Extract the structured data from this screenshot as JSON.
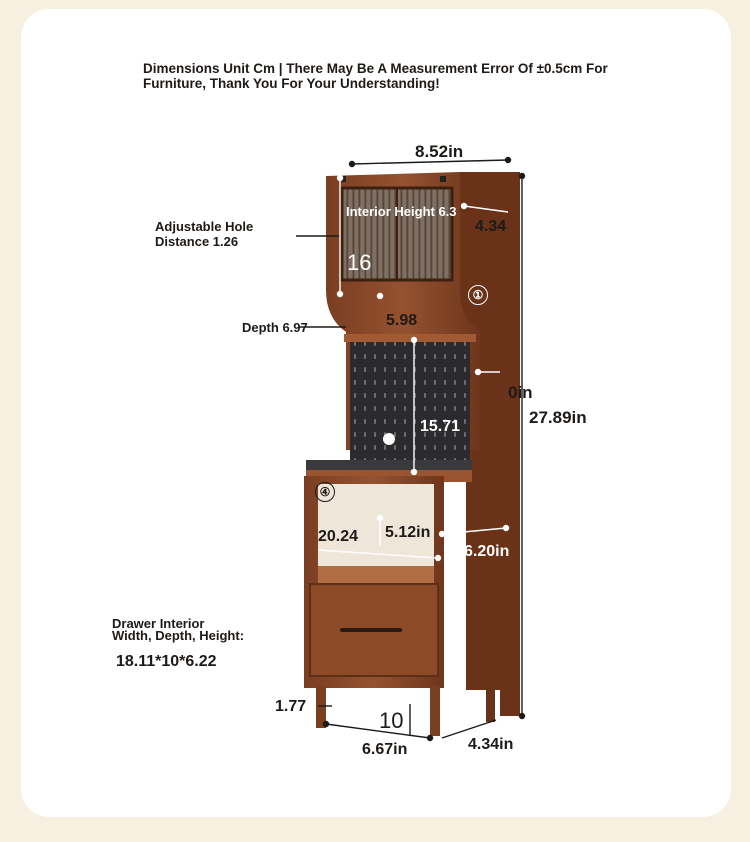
{
  "header_note": {
    "line1": "Dimensions Unit Cm | There May Be A Measurement Error Of ±0.5cm For",
    "line2": "Furniture, Thank You For Your Understanding!"
  },
  "labels": {
    "top_width": "8.52in",
    "cabinet_depth_top": "4.34",
    "interior_height": "Interior Height 6.3",
    "cabinet_16": "16",
    "adjustable_hole_1": "Adjustable Hole",
    "adjustable_hole_2": "Distance 1.26",
    "depth": "Depth 6.97",
    "shelf_598": "5.98",
    "partial_in": "0in",
    "total_height": "27.89in",
    "pegboard_height": "15.71",
    "open_height": "5.12in",
    "width_2024": "20.24",
    "side_depth": "6.20in",
    "drawer_title_1": "Drawer Interior",
    "drawer_title_2": "Width, Depth, Height:",
    "drawer_dims": "18.11*10*6.22",
    "leg_177": "1.77",
    "leg_10": "10",
    "bottom_width": "6.67in",
    "bottom_depth": "4.34in",
    "marker_1": "①",
    "marker_4": "④"
  },
  "colors": {
    "walnut": "#8a4a2a",
    "walnut_dark": "#5e2f18",
    "walnut_light": "#a8623b",
    "pegboard": "#2b2b2e",
    "dimension_line": "#1e1a17"
  }
}
